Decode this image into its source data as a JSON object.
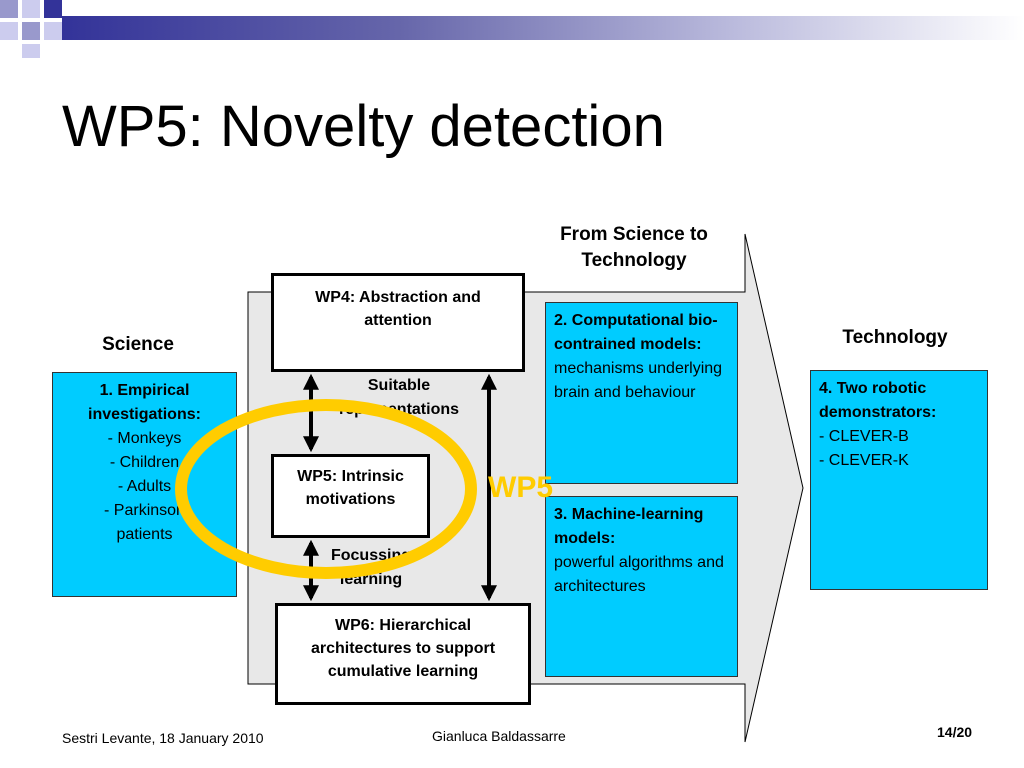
{
  "title": "WP5: Novelty detection",
  "header_from": "From Science to Technology",
  "header_science": "Science",
  "header_technology": "Technology",
  "box1": {
    "heading": "1. Empirical investigations:",
    "items": [
      "- Monkeys",
      "- Children",
      "- Adults",
      "- Parkinson",
      "patients"
    ]
  },
  "box2": {
    "heading": "2. Computational bio-contrained models:",
    "body": "mechanisms underlying brain and behaviour"
  },
  "box3": {
    "heading": "3. Machine-learning models:",
    "body": "powerful algorithms and architectures"
  },
  "box4": {
    "heading": "4. Two robotic demonstrators:",
    "items": [
      "- CLEVER-B",
      "- CLEVER-K"
    ]
  },
  "wp4": "WP4: Abstraction and attention",
  "wp5box": "WP5: Intrinsic motivations",
  "wp6": "WP6: Hierarchical architectures to support cumulative learning",
  "suitable": "Suitable representations",
  "focussing": "Focussing learning",
  "wp5_highlight": "WP5",
  "footer": {
    "left": "Sestri Levante, 18 January 2010",
    "center": "Gianluca Baldassarre",
    "right": "14/20"
  },
  "colors": {
    "cyan": "#00ccff",
    "ellipse": "#ffcc00",
    "navy": "#333399",
    "grey_arrow": "#e8e8e8"
  }
}
